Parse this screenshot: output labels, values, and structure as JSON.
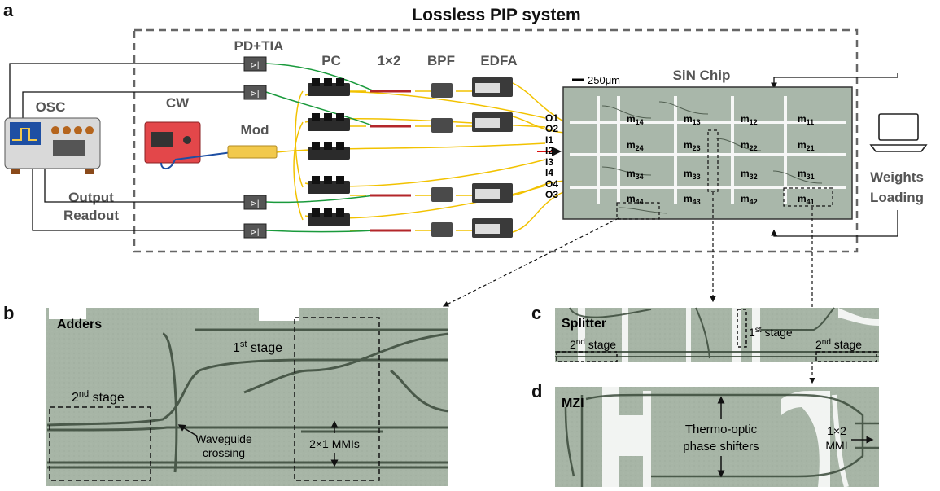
{
  "panel_a": {
    "letter": "a",
    "title": "Lossless PIP system",
    "labels": {
      "pd_tia": "PD+TIA",
      "pc": "PC",
      "splitter": "1×2",
      "bpf": "BPF",
      "edfa": "EDFA",
      "scale": "250μm",
      "sin_chip": "SiN Chip",
      "osc": "OSC",
      "cw": "CW",
      "mod": "Mod",
      "output_readout_1": "Output",
      "output_readout_2": "Readout",
      "weights_loading_1": "Weights",
      "weights_loading_2": "Loading"
    },
    "ports": [
      "O1",
      "O2",
      "I1",
      "I2",
      "I3",
      "I4",
      "O4",
      "O3"
    ],
    "matrix": [
      [
        "m14",
        "m13",
        "m12",
        "m11"
      ],
      [
        "m24",
        "m23",
        "m22",
        "m21"
      ],
      [
        "m34",
        "m33",
        "m32",
        "m31"
      ],
      [
        "m44",
        "m43",
        "m42",
        "m41"
      ]
    ]
  },
  "panel_b": {
    "letter": "b",
    "title": "Adders",
    "stage1_base": "1",
    "stage1_sup": "st",
    "stage1_rest": " stage",
    "stage2_base": "2",
    "stage2_sup": "nd",
    "stage2_rest": " stage",
    "crossing_1": "Waveguide",
    "crossing_2": "crossing",
    "mmi": "2×1 MMIs"
  },
  "panel_c": {
    "letter": "c",
    "title": "Splitter",
    "stage2_base": "2",
    "stage2_sup": "nd",
    "stage2_rest": " stage",
    "stage1_base": "1",
    "stage1_sup": "st",
    "stage1_rest": " stage",
    "stage2b_base": "2",
    "stage2b_sup": "nd",
    "stage2b_rest": " stage"
  },
  "panel_d": {
    "letter": "d",
    "title": "MZI",
    "phase_1": "Thermo-optic",
    "phase_2": "phase shifters",
    "mmi_1": "1×2",
    "mmi_2": "MMI"
  },
  "colors": {
    "fiber_yellow": "#f2c200",
    "fiber_green": "#1a9a3c",
    "wire_black": "#111111",
    "chip_bg": "#a9b7aa",
    "micro_bg": "#a7b5a6",
    "pc_dark": "#2b2b2b",
    "cw_red": "#e3474a",
    "mod_yellow": "#f2c94c",
    "splitter_red": "#b3262a"
  }
}
